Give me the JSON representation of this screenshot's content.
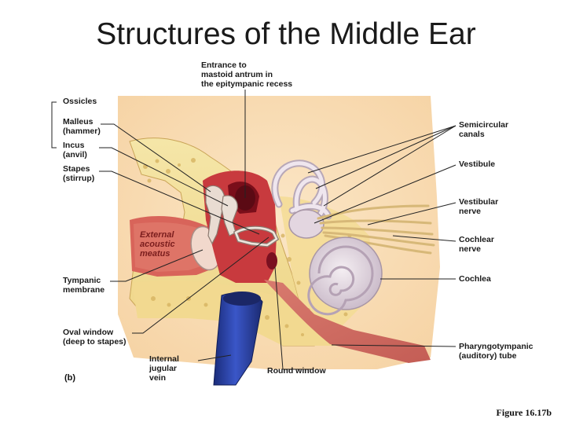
{
  "title": "Structures of the Middle Ear",
  "figure_ref": "Figure 16.17b",
  "panel_letter": "(b)",
  "labels": {
    "entrance": [
      "Entrance to",
      "mastoid antrum in",
      "the epitympanic recess"
    ],
    "ossicles": "Ossicles",
    "malleus": [
      "Malleus",
      "(hammer)"
    ],
    "incus": [
      "Incus",
      "(anvil)"
    ],
    "stapes": [
      "Stapes",
      "(stirrup)"
    ],
    "tympanic": [
      "Tympanic",
      "membrane"
    ],
    "oval_window": [
      "Oval window",
      "(deep to stapes)"
    ],
    "internal_jugular": [
      "Internal",
      "jugular",
      "vein"
    ],
    "round_window": "Round window",
    "external_meatus": [
      "External",
      "acoustic",
      "meatus"
    ],
    "semicircular": [
      "Semicircular",
      "canals"
    ],
    "vestibule": "Vestibule",
    "vestibular_nerve": [
      "Vestibular",
      "nerve"
    ],
    "cochlear_nerve": [
      "Cochlear",
      "nerve"
    ],
    "cochlea": "Cochlea",
    "pharyngotympanic": [
      "Pharyngotympanic",
      "(auditory) tube"
    ]
  }
}
